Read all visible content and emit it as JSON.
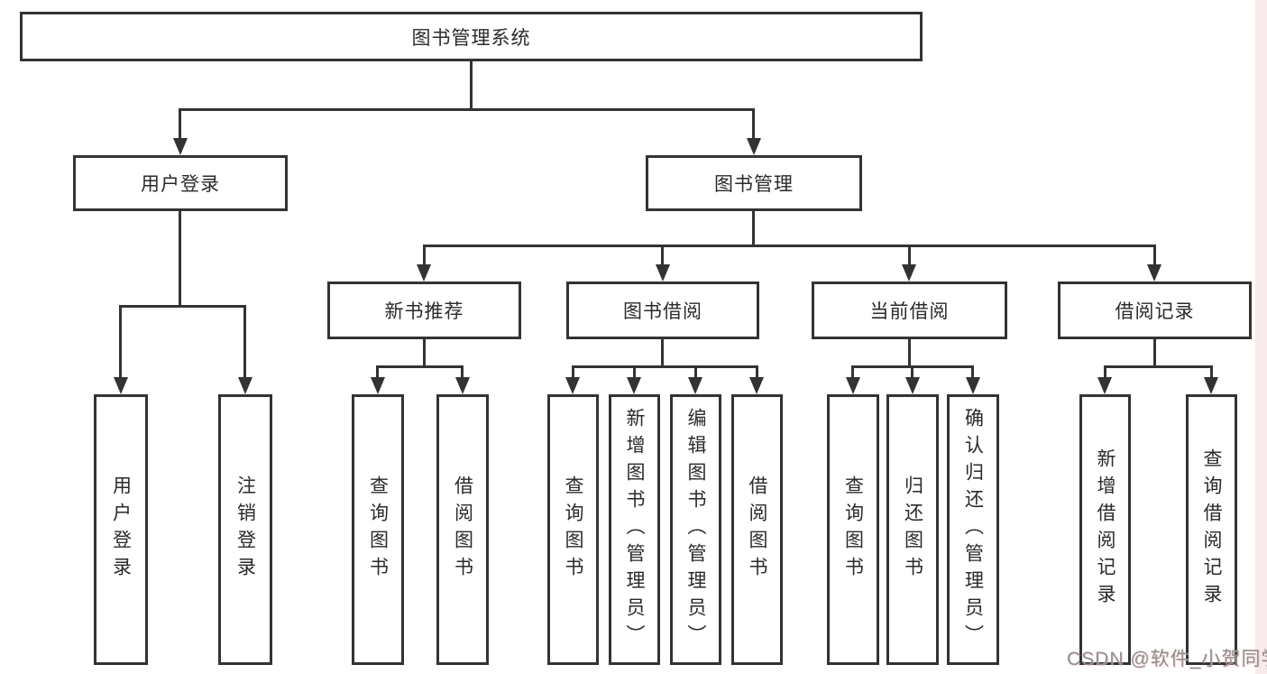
{
  "tree": {
    "root": "图书管理系统",
    "branches": [
      {
        "label": "用户登录",
        "children": [
          "用户登录",
          "注销登录"
        ]
      },
      {
        "label": "图书管理",
        "children": [
          {
            "label": "新书推荐",
            "children": [
              "查询图书",
              "借阅图书"
            ]
          },
          {
            "label": "图书借阅",
            "children": [
              "查询图书",
              "新增图书（管理员）",
              "编辑图书（管理员）",
              "借阅图书"
            ]
          },
          {
            "label": "当前借阅",
            "children": [
              "查询图书",
              "归还图书",
              "确认归还（管理员）"
            ]
          },
          {
            "label": "借阅记录",
            "children": [
              "新增借阅记录",
              "查询借阅记录"
            ]
          }
        ]
      }
    ]
  },
  "watermark": "CSDN @软件_小贺同学",
  "colors": {
    "line": "#333333",
    "box_border": "#333333",
    "text": "#2a2a2a",
    "watermark_text": "#8f8f8f",
    "right_edge_strip": "#f8eaea",
    "background": "#ffffff"
  }
}
